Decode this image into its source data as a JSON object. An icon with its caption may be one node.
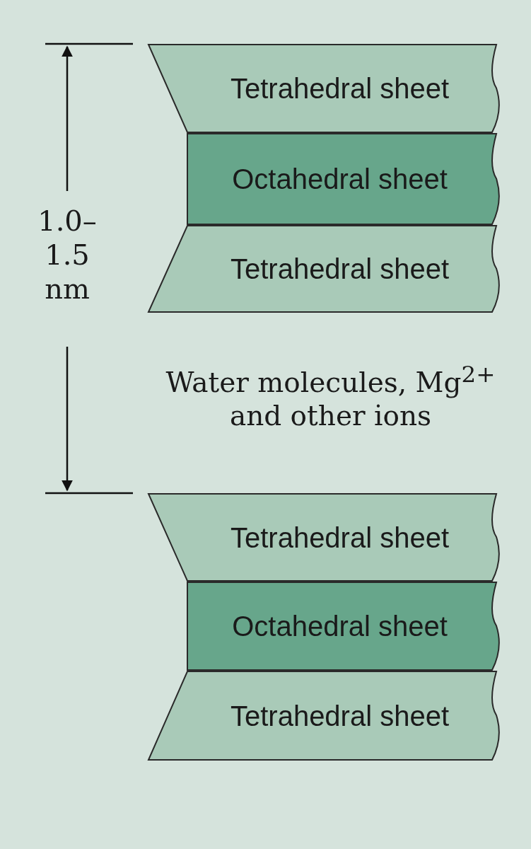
{
  "diagram": {
    "nodes": [
      {
        "text": [
          "Tetrahedral sheet"
        ]
      },
      {
        "text": [
          "Octahedral sheet"
        ]
      },
      {
        "text": [
          "Tetrahedral sheet"
        ]
      },
      {
        "text": [
          "Tetrahedral sheet"
        ]
      },
      {
        "text": [
          "Octahedral sheet"
        ]
      },
      {
        "text": [
          "Tetrahedral sheet"
        ]
      }
    ],
    "edges": [],
    "labels": [
      "1.0– 1.5 nm",
      "Water molecules, Mg$^{2+}$ and other ions"
    ]
  }
}
